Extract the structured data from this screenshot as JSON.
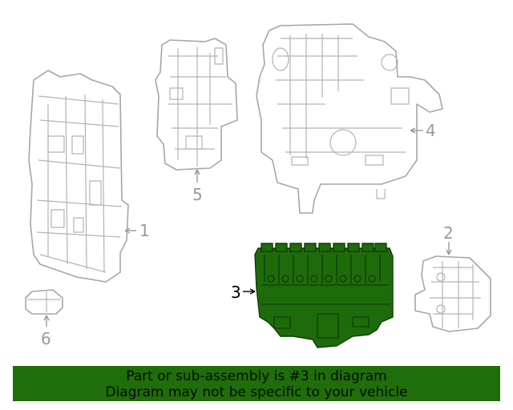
{
  "callouts": {
    "part1": "1",
    "part2": "2",
    "part3": "3",
    "part4": "4",
    "part5": "5",
    "part6": "6"
  },
  "highlight": {
    "part": "3",
    "color": "#1f6d0b"
  },
  "banner": {
    "line1": "Part or sub-assembly is #3 in diagram",
    "line2": "Diagram may not be specific to your vehicle"
  }
}
